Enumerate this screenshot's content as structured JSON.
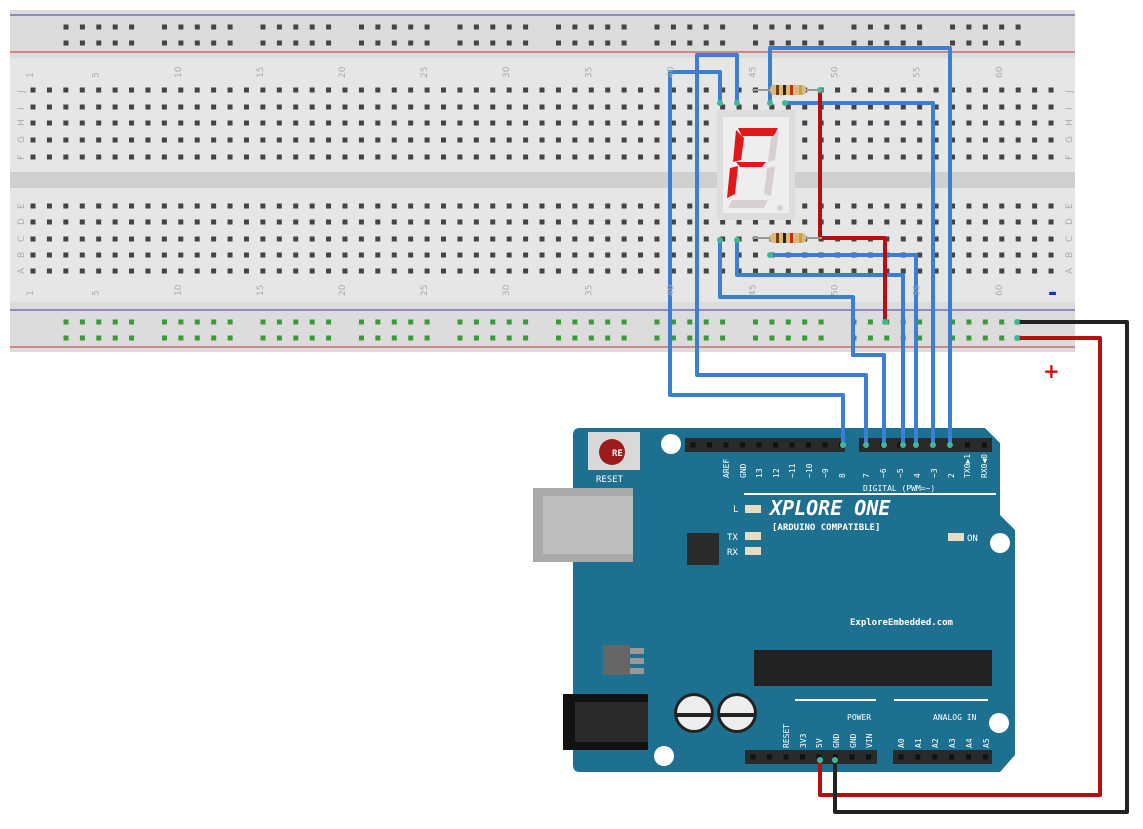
{
  "breadboard": {
    "column_numbers": [
      "1",
      "5",
      "10",
      "15",
      "20",
      "25",
      "30",
      "35",
      "40",
      "45",
      "50",
      "55",
      "60"
    ],
    "rows_top": [
      "J",
      "I",
      "H",
      "G",
      "F"
    ],
    "rows_bottom": [
      "E",
      "D",
      "C",
      "B",
      "A"
    ],
    "rail_minus": "-",
    "rail_plus": "+"
  },
  "board": {
    "reset_label": "RESET",
    "reset_cap": "RE",
    "title": "XPLORE  ONE",
    "subtitle": "[ARDUINO COMPATIBLE]",
    "website": "ExploreEmbedded.com",
    "digital_label": "DIGITAL (PWM=~)",
    "led_l": "L",
    "led_tx": "TX",
    "led_rx": "RX",
    "led_on": "ON",
    "power_label": "POWER",
    "analog_label": "ANALOG IN",
    "digital_pins_a": [
      "AREF",
      "GND",
      "13",
      "12",
      "~11",
      "~10",
      "~9",
      "8"
    ],
    "digital_pins_b": [
      "7",
      "~6",
      "~5",
      "4",
      "~3",
      "2",
      "TX0▶1",
      "RX0◀0"
    ],
    "power_pins": [
      "RESET",
      "3V3",
      "5V",
      "GND",
      "GND",
      "VIN"
    ],
    "analog_pins": [
      "A0",
      "A1",
      "A2",
      "A3",
      "A4",
      "A5"
    ]
  },
  "colors": {
    "board": "#1d7090",
    "wire_blue": "#3b7fd3",
    "wire_red": "#b50f0f",
    "wire_black": "#222222",
    "segment_on": "#e01818"
  }
}
